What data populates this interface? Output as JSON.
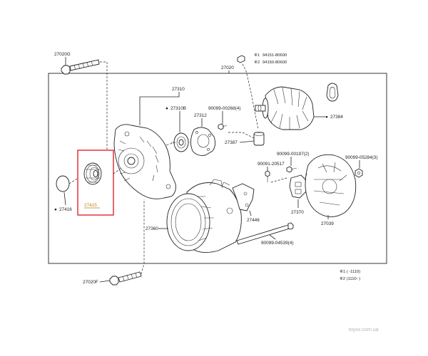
{
  "labels": {
    "p27020g": "27020G",
    "p27020": "27020",
    "p27310": "27310",
    "p27310b": "27310B",
    "p27312": "27312",
    "p90099_00268": "90099-00268(4)",
    "p27384": "27384",
    "p27387": "27387",
    "p90099_00197": "90099-00197(2)",
    "p90091_20517": "90091-20517",
    "p90099_05284": "90099-05284(3)",
    "p27416": "27416",
    "p27415": "27415",
    "p27360": "27360",
    "p27370": "27370",
    "p27039": "27039",
    "p27446": "27446",
    "p90099_04539": "90099-04539(4)",
    "p27020f": "27020F"
  },
  "bullet": "●",
  "notes_top": {
    "line1_mark": "※1",
    "line1_text": "94151-80600",
    "line2_mark": "※2",
    "line2_text": "94150-80600"
  },
  "notes_bottom": {
    "line1": "※1 (      -1110)",
    "line2": "※2 (1110-        )"
  },
  "watermark": "toyox.com.ua",
  "highlight_color": "#e0262c"
}
